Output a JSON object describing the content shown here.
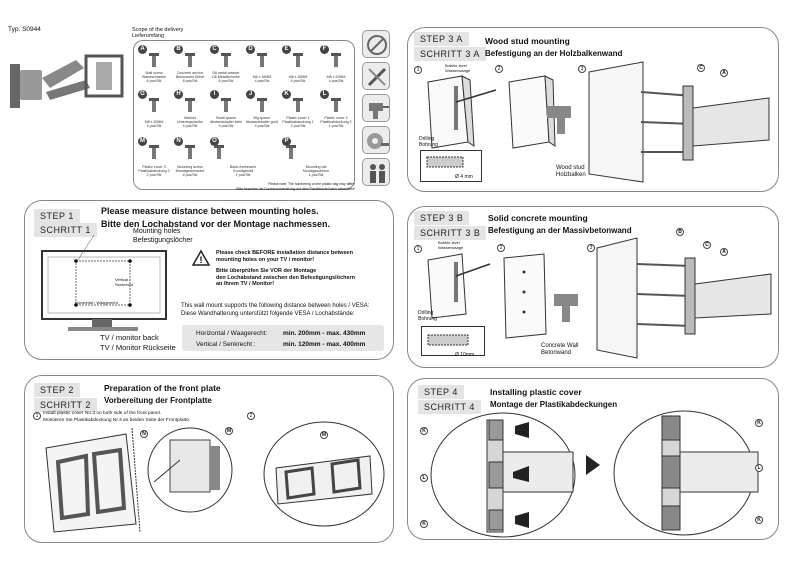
{
  "header": {
    "type_label": "Typ: S0944",
    "scope_title": "Scope of the delivery",
    "scope_title_de": "Lieferumfang"
  },
  "parts": [
    {
      "letter": "A",
      "label": "Wall screw\nWandschraube\n6 pcs/Stk"
    },
    {
      "letter": "B",
      "label": "Concrete anchor\nBetonwand Dübel\n6 pcs/Stk"
    },
    {
      "letter": "C",
      "label": "D6 metal washer\nD6 Metallscheibe\n6 pcs/Stk"
    },
    {
      "letter": "D",
      "label": "M6 x 16MM\n4 pcs/Stk"
    },
    {
      "letter": "E",
      "label": "M8 x 16MM\n4 pcs/Stk"
    },
    {
      "letter": "F",
      "label": "M8 x 20MM\n4 pcs/Stk"
    },
    {
      "letter": "G",
      "label": "M8 x 30MM\n4 pcs/Stk"
    },
    {
      "letter": "H",
      "label": "Washer\nUnterlegscheibe\n4 pcs/Stk"
    },
    {
      "letter": "I",
      "label": "Small spacer\nAbstandshalter klein\n4 pcs/Stk"
    },
    {
      "letter": "J",
      "label": "Big spacer\nAbstandshalter groß\n4 pcs/Stk"
    },
    {
      "letter": "K",
      "label": "Plastic cover 1\nPlastikabdeckung 1\n2 pcs/Stk"
    },
    {
      "letter": "L",
      "label": "Plastic cover 2\nPlastikabdeckung 2\n1 pcs/Stk"
    },
    {
      "letter": "M",
      "label": "Plastic cover 3\nPlastikabdeckung 3\n2 pcs/Stk"
    },
    {
      "letter": "N",
      "label": "Mounting screw\nMontageschraube\n4 pcs/Stk"
    },
    {
      "letter": "O",
      "label": "Basic framework\nGrundgestell\n1 pcs/Stk"
    },
    {
      "letter": "P",
      "label": "Mounting rail\nMontageschiene\n1 pcs/Stk"
    }
  ],
  "parts_note": "Please note: The numbering on the plastic bag may differ!\nBitte beachten die Durchnummerierung auf dem Plastikbeutel kann abweichen!",
  "step1": {
    "tag": "STEP   1",
    "tag_de": "SCHRITT  1",
    "title": "Please measure distance between mounting holes.",
    "title_de": "Bitte den Lochabstand vor der Montage nachmessen.",
    "holes_label": "Mounting holes",
    "holes_label_de": "Befestigungslöcher",
    "vertical_label": "Vertical /\nSenkrecht",
    "horizontal_label": "Horizontal / Waagerecht",
    "warn_en": "Please check BEFORE installation distance between\nmounting holes on your TV / monitor!",
    "warn_de": "Bitte überprüfen Sie VOR der Montage\nden Lochabstand zwischen den Befestigungslöchern\nan Ihrem TV / Monitor!",
    "vesa_en": "This wall mount supports the following distance between holes / VESA:",
    "vesa_de": "Diese Wandhalterung unterstützt folgende VESA / Lochabstände:",
    "h_label": "Horizontal / Waagerecht:",
    "h_value": "min. 200mm - max. 430mm",
    "v_label": "Vertical / Senkrecht :",
    "v_value": "min. 120mm - max. 400mm",
    "back_label": "TV / monitor back",
    "back_label_de": "TV / Monitor Rückseite"
  },
  "step2": {
    "tag": "STEP  2",
    "tag_de": "SCHRITT  2",
    "title": "Preparation of the front plate",
    "title_de": "Vorbereitung der Frontplatte",
    "n1": "1",
    "n2": "2",
    "instr_en": "Install plastic cover No.3 on both side of the front panel.",
    "instr_de": "Montieren Sie Plastikabdeckung Nr.3 an beiden Seite der Frontplatte.",
    "c_n": "N",
    "c_m1": "M",
    "c_m2": "M"
  },
  "step3a": {
    "tag": "STEP  3  A",
    "tag_de": "SCHRITT  3  A",
    "title": "Wood stud mounting",
    "title_de": "Befestigung an der Holzbalkenwand",
    "n1": "1",
    "n2": "2",
    "n3": "3",
    "level": "Bubble level\nWasserwaage",
    "drilling": "Drilling\nBohrung",
    "dim": "Ø 4 mm",
    "wall": "Wood stud\nHolzbalken",
    "c_c": "C",
    "c_a": "A"
  },
  "step3b": {
    "tag": "STEP  3  B",
    "tag_de": "SCHRITT  3  B",
    "title": "Solid concrete mounting",
    "title_de": "Befestigung an der Massivbetonwand",
    "n1": "1",
    "n2": "2",
    "n3": "3",
    "level": "Bubble level\nWasserwaage",
    "drilling": "Drilling\nBohrung",
    "dim": "Ø 10mm",
    "wall": "Concrete Wall\nBetonwand",
    "c_b": "B",
    "c_c": "C",
    "c_a": "A"
  },
  "step4": {
    "tag": "STEP  4",
    "tag_de": "SCHRITT  4",
    "title": "Installing plastic cover",
    "title_de": "Montage der Plastikabdeckungen",
    "k": "K",
    "l": "L"
  }
}
